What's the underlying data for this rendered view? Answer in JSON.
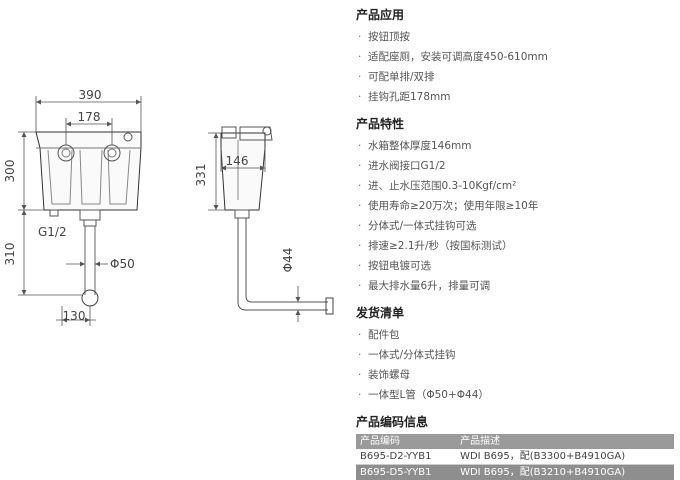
{
  "dimensions": {
    "width_390": "390",
    "spacing_178": "178",
    "height_300": "300",
    "height_310": "310",
    "inlet_g12": "G1/2",
    "pipe_phi50": "Φ50",
    "offset_130": "130",
    "depth_146": "146",
    "height_331": "331",
    "pipe_phi44": "Φ44"
  },
  "sections": {
    "application": {
      "title": "产品应用",
      "items": [
        "按钮顶按",
        "适配座厕，安装可调高度450-610mm",
        "可配单排/双排",
        "挂钩孔距178mm"
      ]
    },
    "features": {
      "title": "产品特性",
      "items": [
        "水箱整体厚度146mm",
        "进水阀接口G1/2",
        "进、止水压范围0.3-10Kgf/cm²",
        "使用寿命≥20万次；使用年限≥10年",
        "分体式/一体式挂钩可选",
        "排速≥2.1升/秒（按国标测试）",
        "按钮电镀可选",
        "最大排水量6升，排量可调"
      ]
    },
    "shipping": {
      "title": "发货清单",
      "items": [
        "配件包",
        "一体式/分体式挂钩",
        "装饰螺母",
        "一体型L管（Φ50+Φ44）"
      ]
    },
    "codes": {
      "title": "产品编码信息",
      "header": {
        "code": "产品编码",
        "desc": "产品描述"
      },
      "rows": [
        {
          "code": "B695-D2-YYB1",
          "desc": "WDI B695，配(B3300+B4910GA)"
        },
        {
          "code": "B695-D5-YYB1",
          "desc": "WDI B695，配(B3210+B4910GA)"
        }
      ]
    }
  }
}
